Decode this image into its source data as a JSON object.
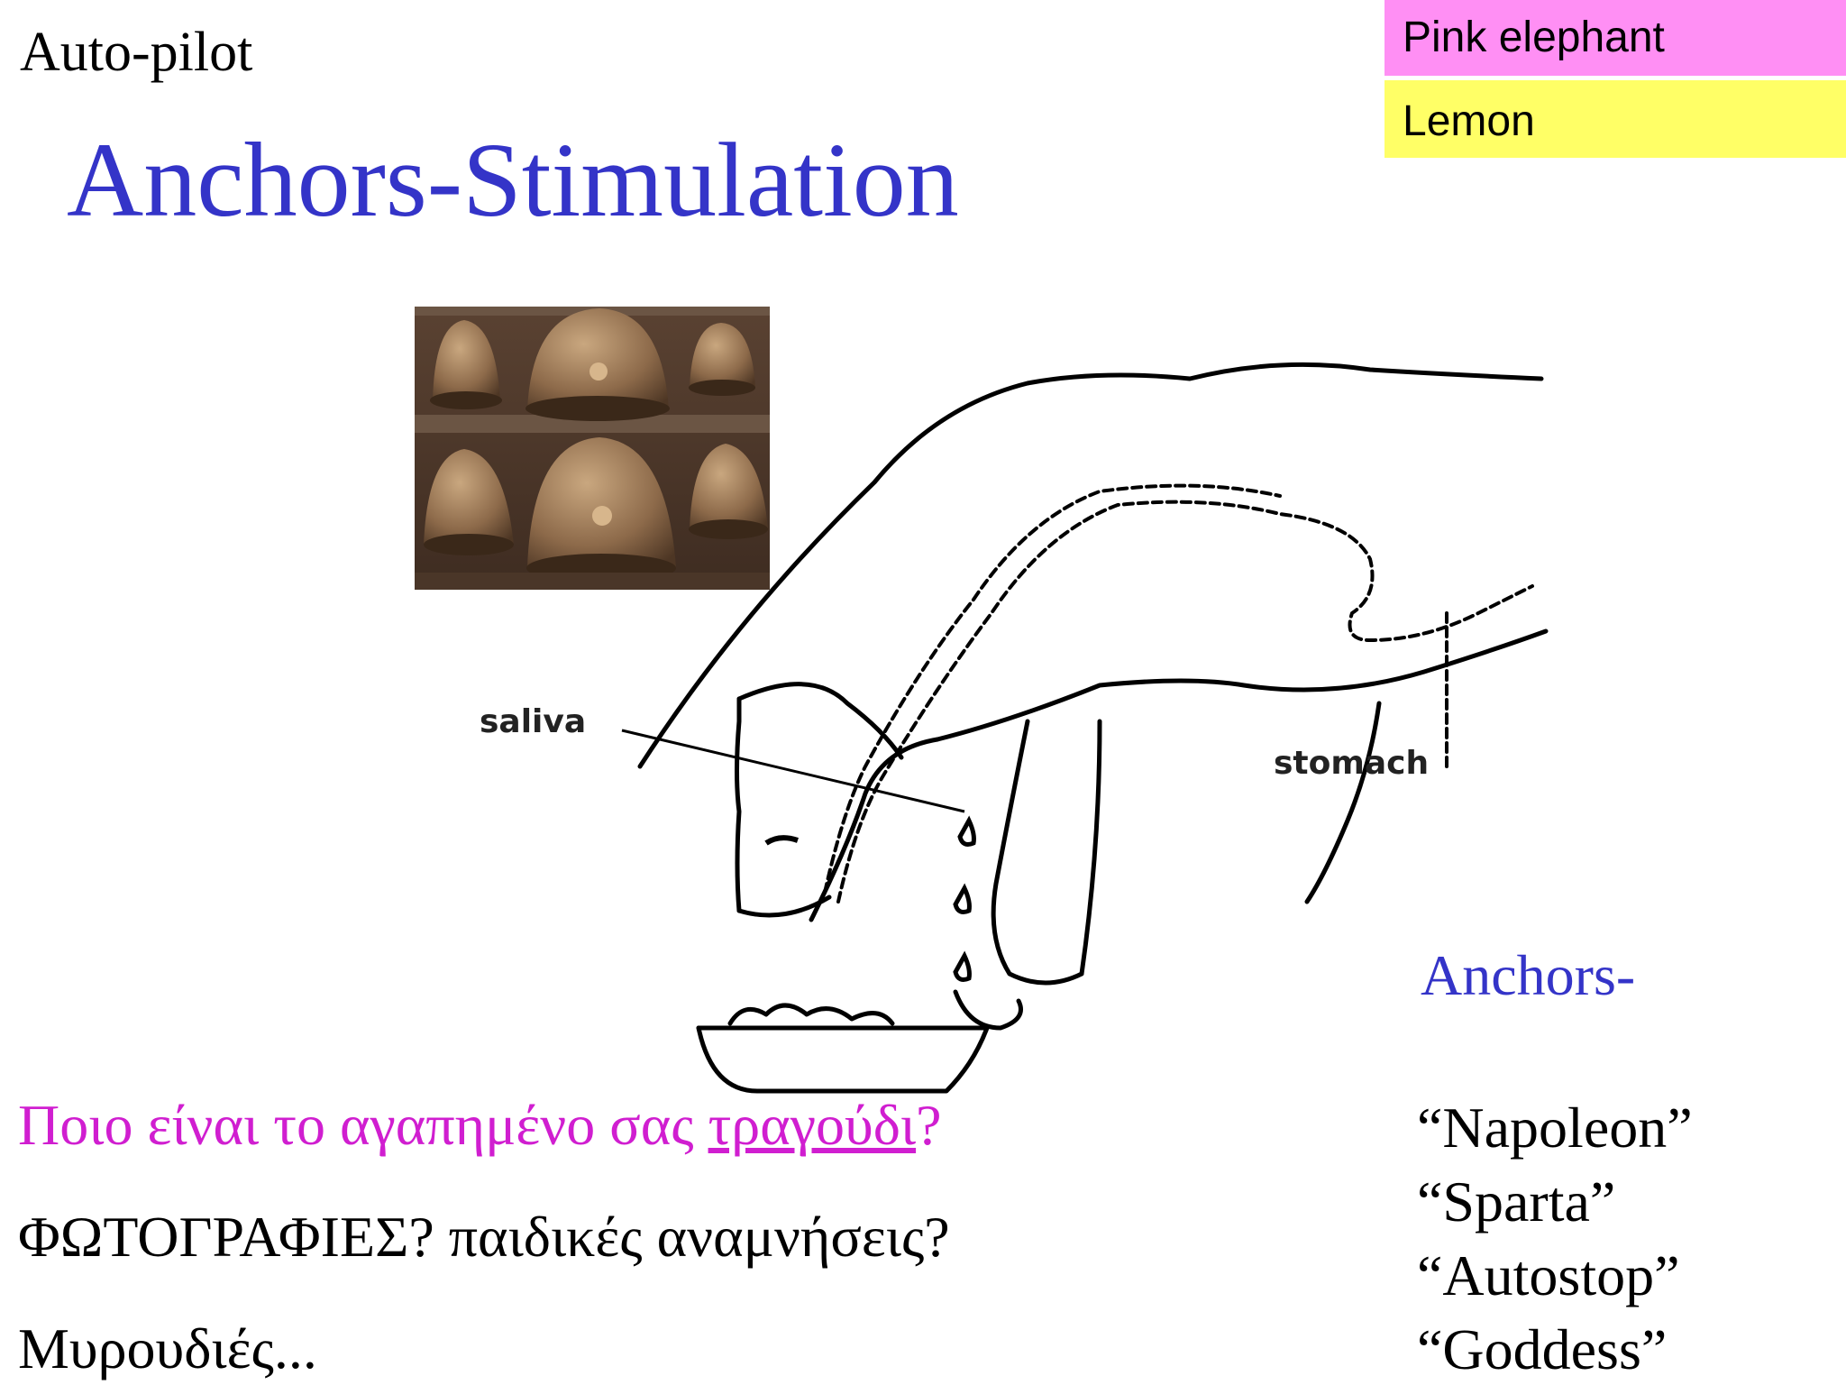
{
  "slide": {
    "kicker": "Auto-pilot",
    "title": "Anchors-Stimulation"
  },
  "swatches": [
    {
      "label": "Pink elephant",
      "color": "#ff8ff4"
    },
    {
      "label": "Lemon",
      "color": "#ffff66"
    }
  ],
  "illustration": {
    "saliva_label": "saliva",
    "stomach_label": "stomach"
  },
  "anchors": {
    "heading": "Anchors-",
    "words": [
      "“Napoleon”",
      "“Sparta”",
      "“Autostop”",
      "“Goddess”"
    ]
  },
  "questions": {
    "song_question_prefix": "Ποιο είναι το αγαπημένο σας ",
    "song_question_link": "τραγούδι",
    "song_question_suffix": "?",
    "photos_line": "ΦΩΤΟΓΡΑΦΙΕΣ?  παιδικές αναμνήσεις?",
    "smells_line": "Μυρουδιές..."
  },
  "colors": {
    "title_blue": "#3434c8",
    "question_magenta": "#d01ed0"
  }
}
